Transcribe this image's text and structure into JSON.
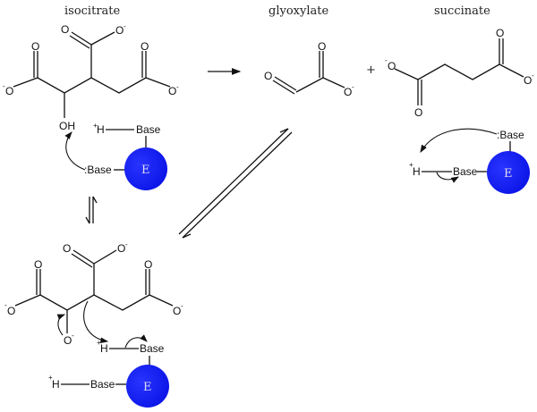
{
  "labels": {
    "isocitrate": "isocitrate",
    "glyoxylate": "glyoxylate",
    "succinate": "succinate",
    "plus": "+"
  },
  "atoms": {
    "O": "O",
    "O_minus": "O",
    "minus": "-",
    "plus_sup": "+",
    "OH": "OH",
    "H": "H",
    "base": "Base",
    "base_lone": ":Base",
    "enzyme": "E"
  },
  "colors": {
    "enzyme": "#0a14e6"
  }
}
